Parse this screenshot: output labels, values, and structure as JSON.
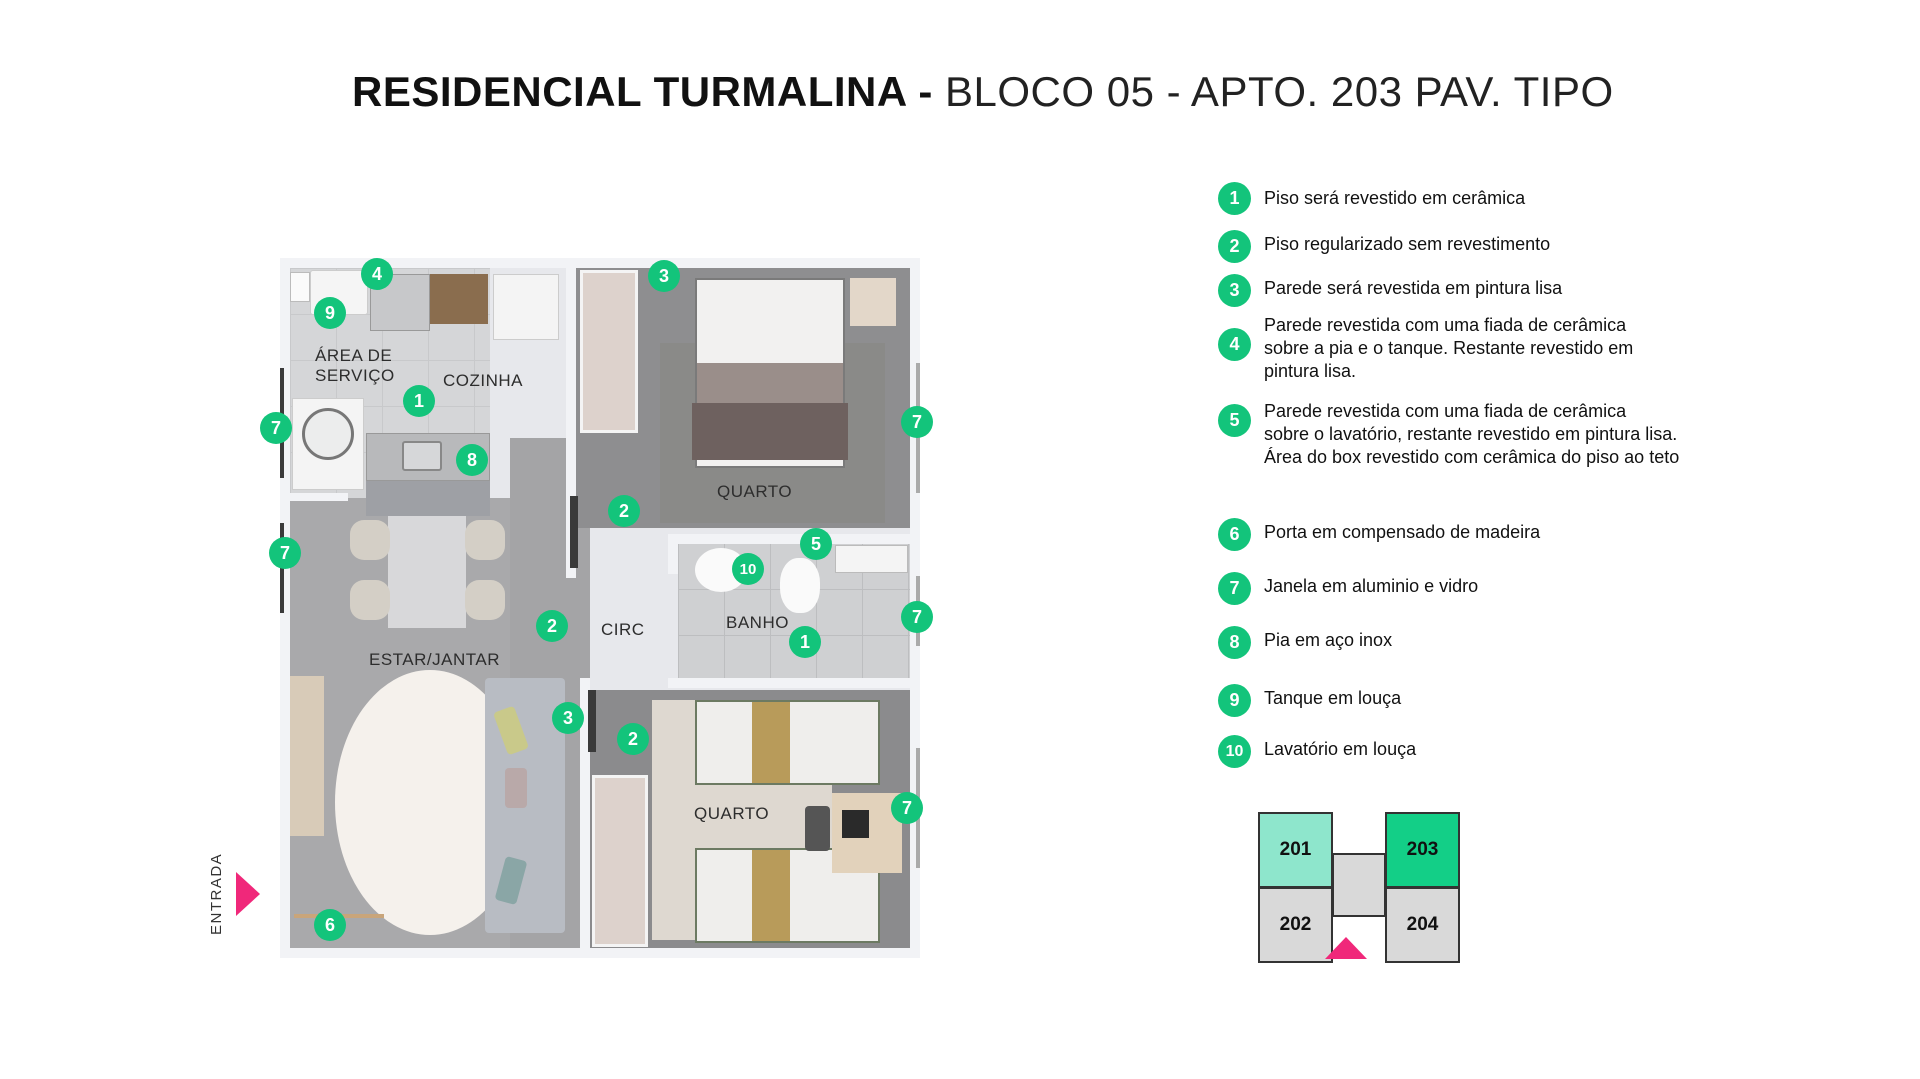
{
  "header": {
    "title_bold": "RESIDENCIAL TURMALINA -",
    "title_light": "BLOCO 05 - APTO. 203 PAV. TIPO"
  },
  "floor_plan": {
    "rooms": [
      {
        "id": "area_servico",
        "label": "ÁREA DE\nSERVIÇO"
      },
      {
        "id": "cozinha",
        "label": "COZINHA"
      },
      {
        "id": "quarto_1",
        "label": "QUARTO"
      },
      {
        "id": "estar_jantar",
        "label": "ESTAR/JANTAR"
      },
      {
        "id": "circ",
        "label": "CIRC"
      },
      {
        "id": "banho",
        "label": "BANHO"
      },
      {
        "id": "quarto_2",
        "label": "QUARTO"
      }
    ],
    "markers": [
      {
        "n": "4",
        "where": "kitchen wall above sink/tank"
      },
      {
        "n": "9",
        "where": "tanque"
      },
      {
        "n": "1",
        "where": "cozinha floor"
      },
      {
        "n": "7",
        "where": "área de serviço window"
      },
      {
        "n": "8",
        "where": "pia"
      },
      {
        "n": "3",
        "where": "quarto 1 wall"
      },
      {
        "n": "7",
        "where": "quarto 1 window"
      },
      {
        "n": "2",
        "where": "circulação near quarto 1"
      },
      {
        "n": "7",
        "where": "estar window"
      },
      {
        "n": "5",
        "where": "banho wall"
      },
      {
        "n": "10",
        "where": "lavatório"
      },
      {
        "n": "7",
        "where": "banho window"
      },
      {
        "n": "2",
        "where": "estar floor"
      },
      {
        "n": "1",
        "where": "banho floor"
      },
      {
        "n": "3",
        "where": "estar wall"
      },
      {
        "n": "2",
        "where": "circulação near quarto 2"
      },
      {
        "n": "7",
        "where": "quarto 2 window"
      },
      {
        "n": "6",
        "where": "entrance door"
      }
    ],
    "entrance_label": "ENTRADA"
  },
  "legend": {
    "items": [
      {
        "n": "1",
        "text": "Piso será revestido em cerâmica"
      },
      {
        "n": "2",
        "text": "Piso regularizado sem revestimento"
      },
      {
        "n": "3",
        "text": "Parede será revestida em pintura lisa"
      },
      {
        "n": "4",
        "text": "Parede revestida com uma fiada de cerâmica\nsobre a pia e o tanque. Restante revestido em\npintura lisa."
      },
      {
        "n": "5",
        "text": "Parede revestida com uma fiada de cerâmica\nsobre o lavatório, restante revestido em pintura lisa.\nÁrea do box revestido com cerâmica do piso ao teto"
      },
      {
        "n": "6",
        "text": "Porta em compensado de madeira"
      },
      {
        "n": "7",
        "text": "Janela em aluminio e vidro"
      },
      {
        "n": "8",
        "text": "Pia em aço inox"
      },
      {
        "n": "9",
        "text": "Tanque em louça"
      },
      {
        "n": "10",
        "text": "Lavatório em louça"
      }
    ]
  },
  "unit_key": {
    "units": [
      {
        "label": "201",
        "color": "#8ee6cc"
      },
      {
        "label": "202",
        "color": "#d9d9d9"
      },
      {
        "label": "203",
        "color": "#13cf87",
        "selected": true
      },
      {
        "label": "204",
        "color": "#d9d9d9"
      }
    ],
    "core_color": "#d9d9d9"
  },
  "colors": {
    "marker_green": "#13c47b",
    "accent_pink": "#f0287a"
  }
}
